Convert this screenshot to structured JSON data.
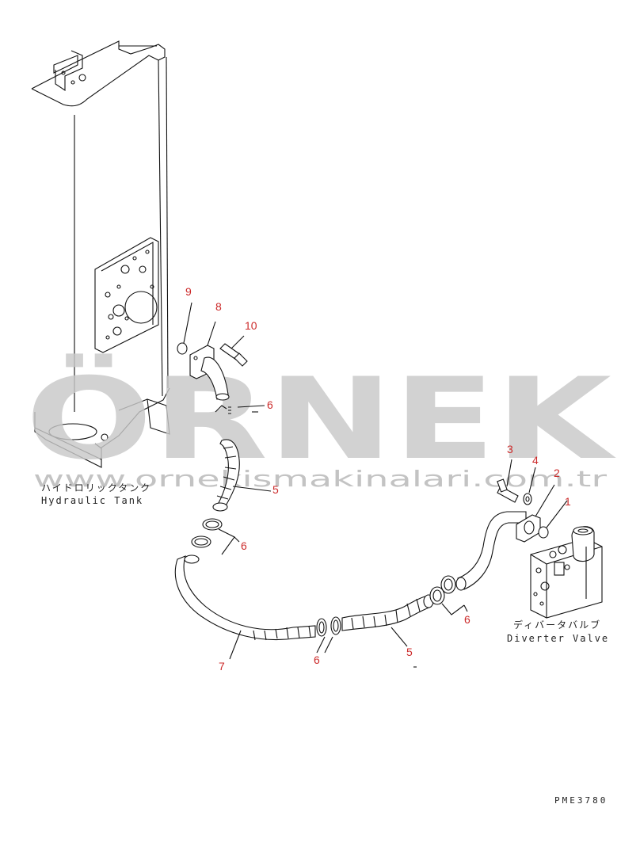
{
  "watermark": {
    "brand": "ÖRNEK",
    "url": "www.ornekismakinalari.com.tr"
  },
  "labels": {
    "hydraulic_tank_jp": "ハイドロリックタンク",
    "hydraulic_tank_en": "Hydraulic Tank",
    "diverter_valve_jp": "ディバータバルブ",
    "diverter_valve_en": "Diverter Valve",
    "drawing_code": "PME3780"
  },
  "callouts": {
    "c9": "9",
    "c8": "8",
    "c10": "10",
    "c6_top": "6",
    "c5_left": "5",
    "c6_left": "6",
    "c3": "3",
    "c4": "4",
    "c2": "2",
    "c1": "1",
    "c6_right": "6",
    "c7": "7",
    "c6_bottom": "6",
    "c5_bottom": "5"
  },
  "colors": {
    "callout": "#cc2a2a",
    "watermark_text": "#c8c8c8",
    "watermark_accent": "#f2dc8a"
  }
}
